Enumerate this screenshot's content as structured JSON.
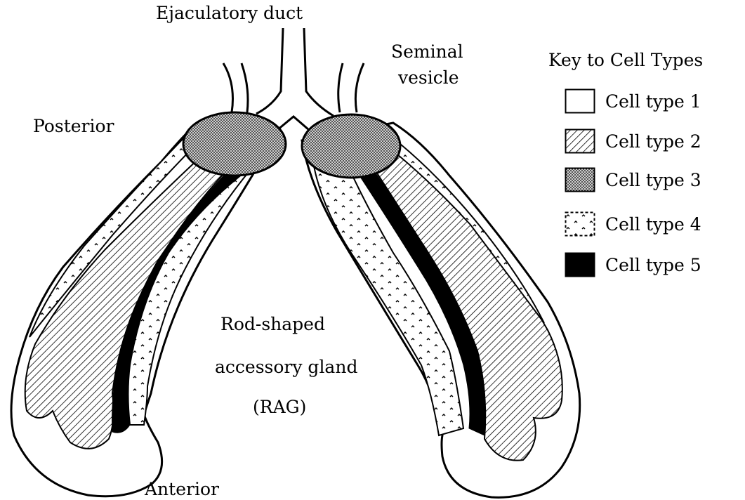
{
  "labels": {
    "ejaculatory_duct": "Ejaculatory duct",
    "seminal_vesicle_line1": "Seminal",
    "seminal_vesicle_line2": "vesicle",
    "posterior": "Posterior",
    "anterior": "Anterior",
    "rag_line1": "Rod-shaped",
    "rag_line2": "accessory gland",
    "rag_line3": "(RAG)"
  },
  "key": {
    "title": "Key to Cell Types",
    "items": [
      {
        "label": "Cell type 1",
        "pattern": "white"
      },
      {
        "label": "Cell type 2",
        "pattern": "diagonal-hatch"
      },
      {
        "label": "Cell type 3",
        "pattern": "dense-stipple"
      },
      {
        "label": "Cell type 4",
        "pattern": "sparse-dots"
      },
      {
        "label": "Cell type 5",
        "pattern": "solid-black"
      }
    ]
  },
  "colors": {
    "outline": "#000000",
    "background": "#ffffff"
  }
}
